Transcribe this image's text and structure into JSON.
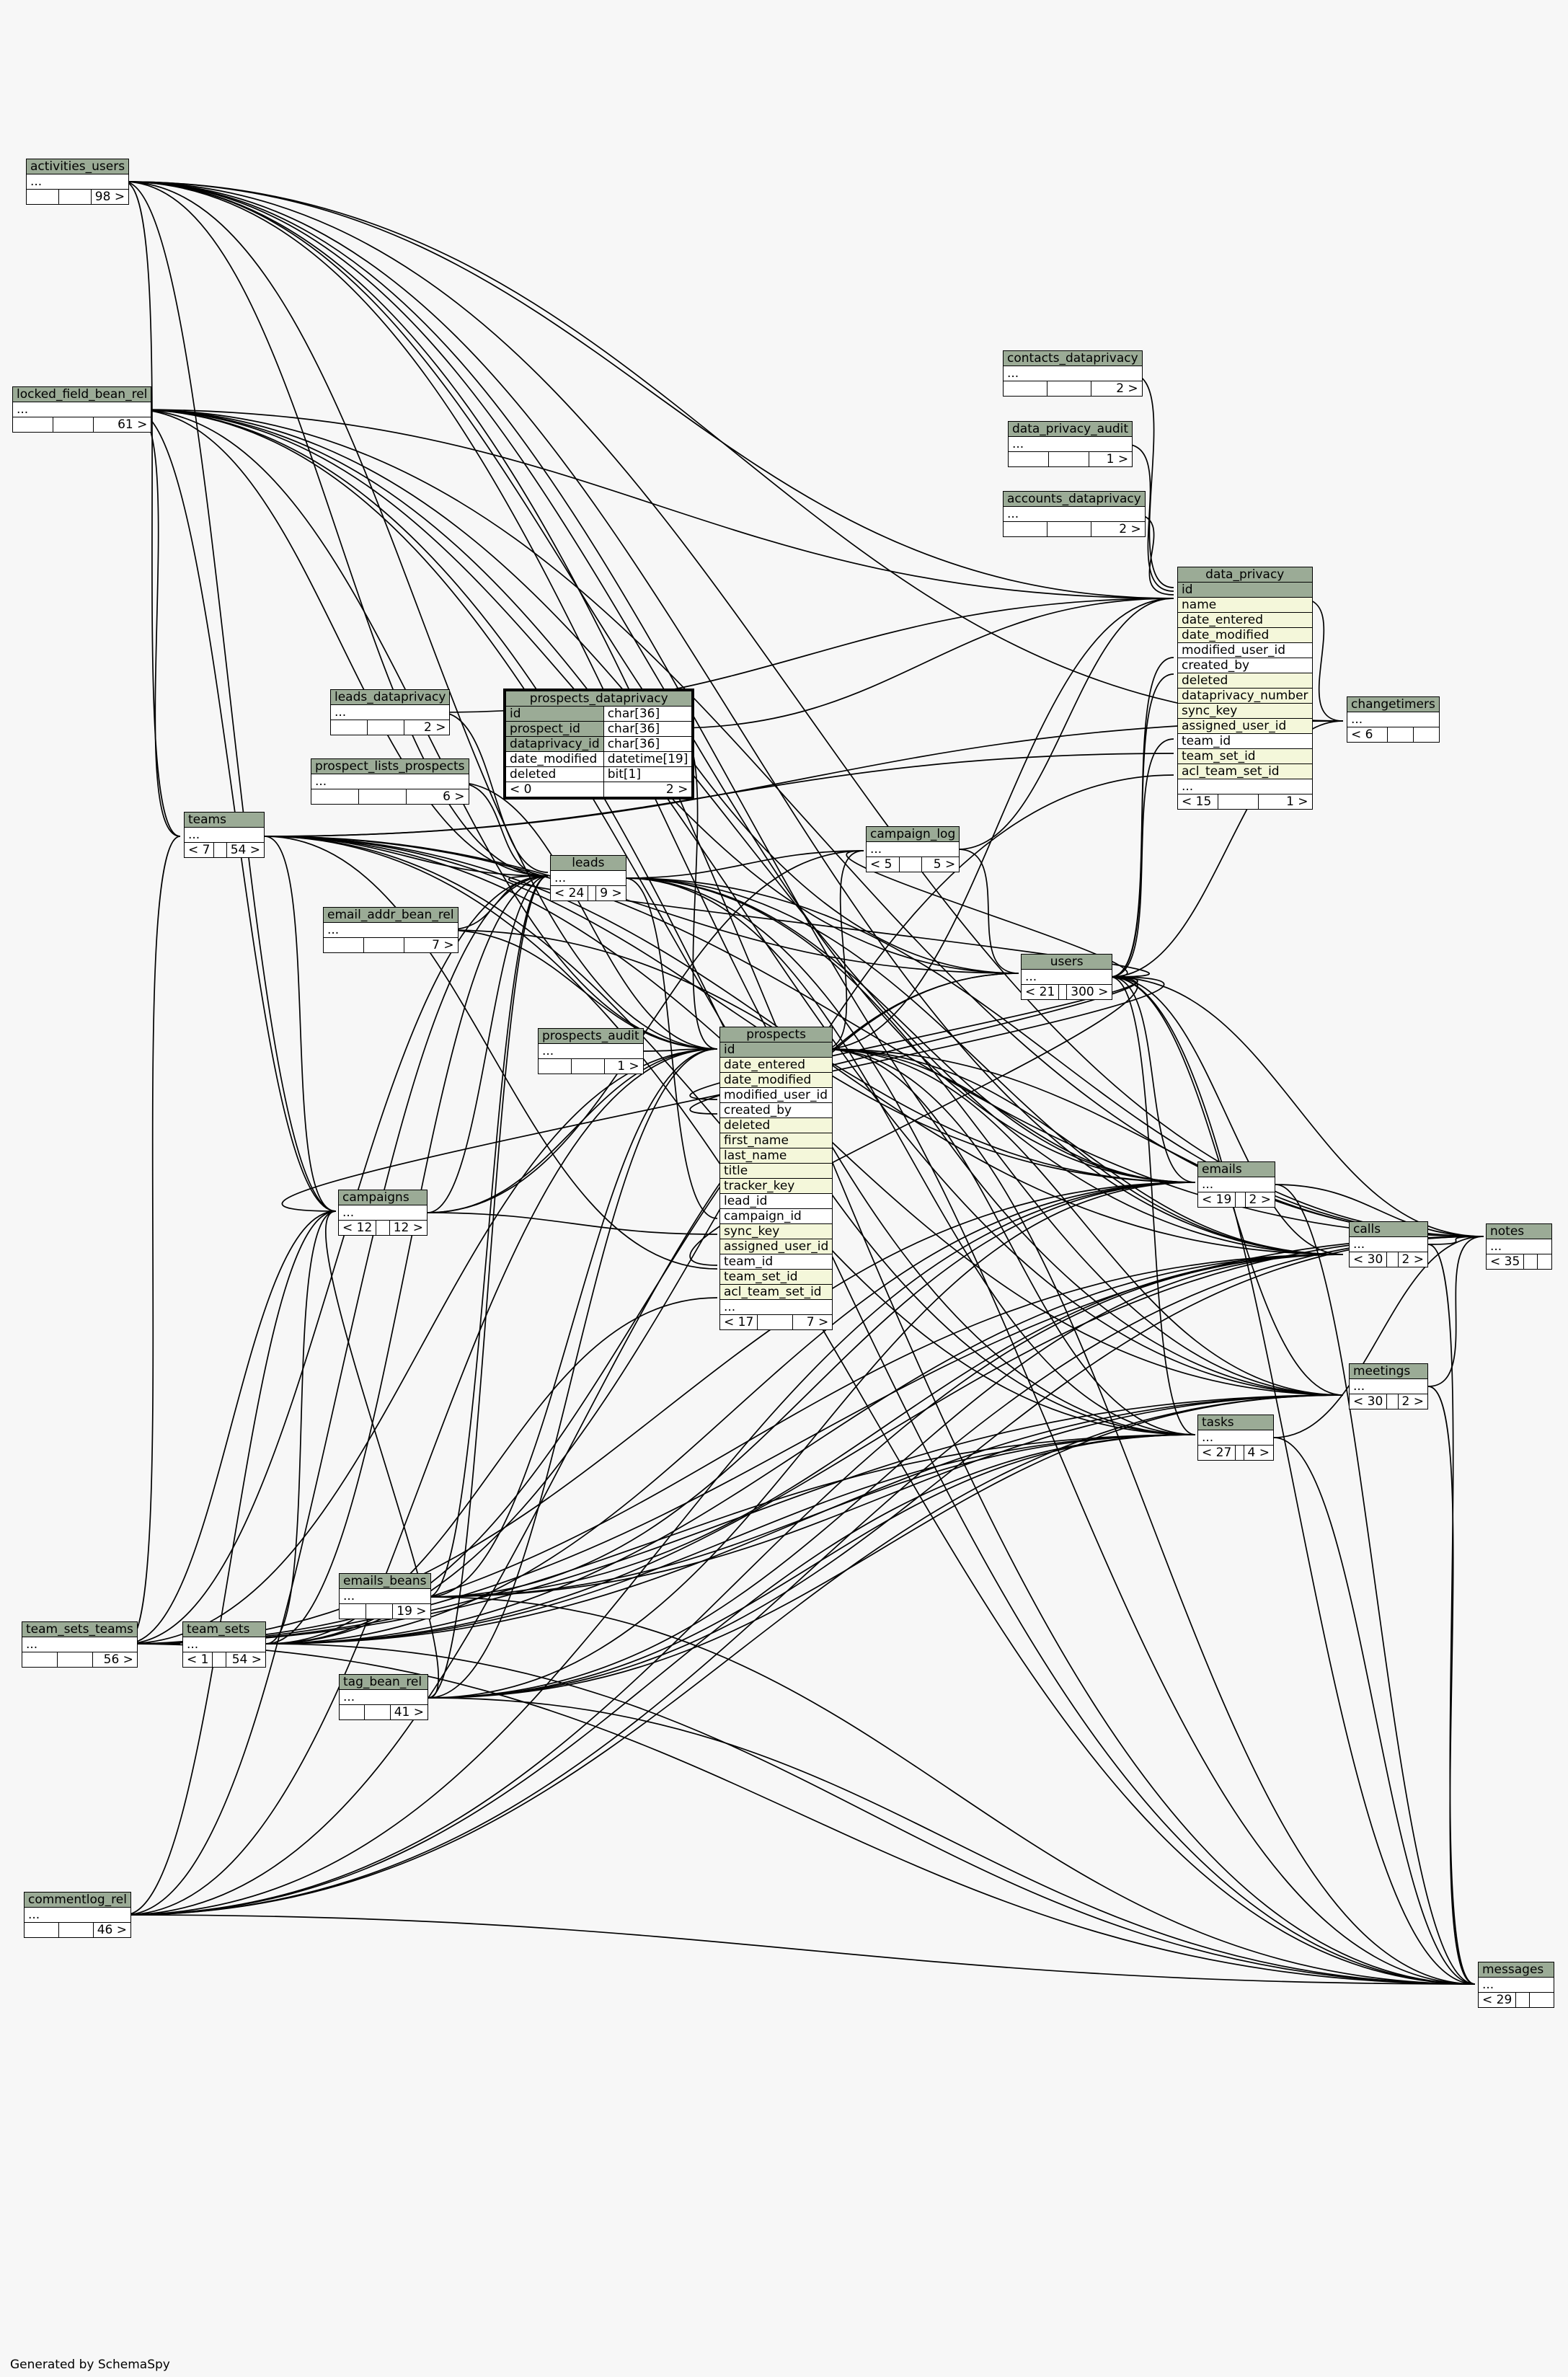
{
  "tables": {
    "activities_users": {
      "name": "activities_users",
      "dots": "...",
      "right": "98 >"
    },
    "locked_field_bean_rel": {
      "name": "locked_field_bean_rel",
      "dots": "...",
      "right": "61 >"
    },
    "contacts_dataprivacy": {
      "name": "contacts_dataprivacy",
      "dots": "...",
      "right": "2 >"
    },
    "data_privacy_audit": {
      "name": "data_privacy_audit",
      "dots": "...",
      "right": "1 >"
    },
    "accounts_dataprivacy": {
      "name": "accounts_dataprivacy",
      "dots": "...",
      "right": "2 >"
    },
    "data_privacy": {
      "name": "data_privacy",
      "columns": [
        "id",
        "name",
        "date_entered",
        "date_modified",
        "modified_user_id",
        "created_by",
        "deleted",
        "dataprivacy_number",
        "sync_key",
        "assigned_user_id",
        "team_id",
        "team_set_id",
        "acl_team_set_id",
        "..."
      ],
      "left": "< 15",
      "right": "1 >"
    },
    "changetimers": {
      "name": "changetimers",
      "dots": "...",
      "left": "< 6"
    },
    "leads_dataprivacy": {
      "name": "leads_dataprivacy",
      "dots": "...",
      "right": "2 >"
    },
    "prospects_dataprivacy": {
      "name": "prospects_dataprivacy",
      "columns": [
        {
          "name": "id",
          "type": "char[36]"
        },
        {
          "name": "prospect_id",
          "type": "char[36]"
        },
        {
          "name": "dataprivacy_id",
          "type": "char[36]"
        },
        {
          "name": "date_modified",
          "type": "datetime[19]"
        },
        {
          "name": "deleted",
          "type": "bit[1]"
        }
      ],
      "left": "< 0",
      "right": "2 >"
    },
    "prospect_lists_prospects": {
      "name": "prospect_lists_prospects",
      "dots": "...",
      "right": "6 >"
    },
    "teams": {
      "name": "teams",
      "dots": "...",
      "left": "< 7",
      "right": "54 >"
    },
    "campaign_log": {
      "name": "campaign_log",
      "dots": "...",
      "left": "< 5",
      "right": "5 >"
    },
    "leads": {
      "name": "leads",
      "dots": "...",
      "left": "< 24",
      "right": "9 >"
    },
    "email_addr_bean_rel": {
      "name": "email_addr_bean_rel",
      "dots": "...",
      "right": "7 >"
    },
    "users": {
      "name": "users",
      "dots": "...",
      "left": "< 21",
      "right": "300 >"
    },
    "prospects_audit": {
      "name": "prospects_audit",
      "dots": "...",
      "right": "1 >"
    },
    "prospects": {
      "name": "prospects",
      "columns": [
        "id",
        "date_entered",
        "date_modified",
        "modified_user_id",
        "created_by",
        "deleted",
        "first_name",
        "last_name",
        "title",
        "tracker_key",
        "lead_id",
        "campaign_id",
        "sync_key",
        "assigned_user_id",
        "team_id",
        "team_set_id",
        "acl_team_set_id",
        "..."
      ],
      "left": "< 17",
      "right": "7 >"
    },
    "emails": {
      "name": "emails",
      "dots": "...",
      "left": "< 19",
      "right": "2 >"
    },
    "campaigns": {
      "name": "campaigns",
      "dots": "...",
      "left": "< 12",
      "right": "12 >"
    },
    "calls": {
      "name": "calls",
      "dots": "...",
      "left": "< 30",
      "right": "2 >"
    },
    "notes": {
      "name": "notes",
      "dots": "...",
      "left": "< 35"
    },
    "meetings": {
      "name": "meetings",
      "dots": "...",
      "left": "< 30",
      "right": "2 >"
    },
    "tasks": {
      "name": "tasks",
      "dots": "...",
      "left": "< 27",
      "right": "4 >"
    },
    "emails_beans": {
      "name": "emails_beans",
      "dots": "...",
      "right": "19 >"
    },
    "team_sets_teams": {
      "name": "team_sets_teams",
      "dots": "...",
      "right": "56 >"
    },
    "team_sets": {
      "name": "team_sets",
      "dots": "...",
      "left": "< 1",
      "right": "54 >"
    },
    "tag_bean_rel": {
      "name": "tag_bean_rel",
      "dots": "...",
      "right": "41 >"
    },
    "commentlog_rel": {
      "name": "commentlog_rel",
      "dots": "...",
      "right": "46 >"
    },
    "messages": {
      "name": "messages",
      "dots": "...",
      "left": "< 29"
    }
  },
  "footer": "Generated by SchemaSpy"
}
